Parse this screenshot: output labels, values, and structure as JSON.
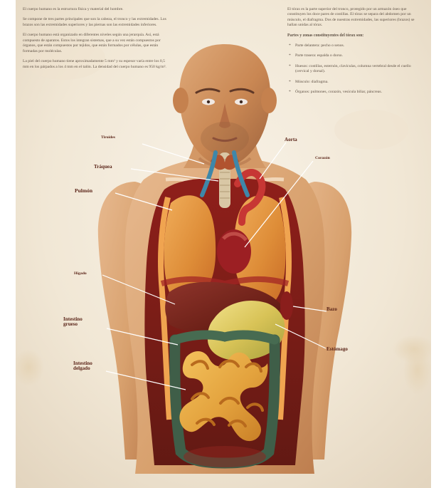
{
  "left_panel": {
    "paragraphs": [
      "El cuerpo humano es la estructura física y material del hombre.",
      "Se compone de tres partes principales que son la cabeza, el tronco y las extremidades. Los brazos son las extremidades superiores y las piernas son las extremidades inferiores.",
      "El cuerpo humano está organizado en diferentes niveles según una jerarquía. Así, está compuesto de aparatos. Estos los integran sistemas, que a su vez están compuestos por órganos, que están compuestos por tejidos, que están formados por células, que están formadas por moléculas.",
      "La piel del cuerpo humano tiene aproximadamente 5 mm² y su espesor varía entre los 0,5 mm en los párpados a los 4 mm en el talón. La densidad del cuerpo humano es 950 kg/m³."
    ]
  },
  "right_panel": {
    "intro": "El tórax es la parte superior del tronco, protegido por un armazón óseo que constituyen los doce pares de costillas. El tórax se separa del abdomen por un músculo, el diafragma. Dos de nuestras extremidades, las superiores (brazos) se hallan unidas al tórax.",
    "heading": "Partes y zonas constituyentes del tórax son:",
    "items": [
      "Parte delantera: pecho o senos.",
      "Parte trasera: espalda o dorso.",
      "Huesos: costillas, esternón, clavículas, columna vertebral desde el cuello (cervical y dorsal).",
      "Músculo: diafragma.",
      "Órganos: pulmones, corazón, vesícula biliar, páncreas."
    ]
  },
  "labels": {
    "tiroides": "Tiroides",
    "aorta": "Aorta",
    "traquea": "Tráquea",
    "corazon": "Corazón",
    "pulmon": "Pulmón",
    "higado": "Hígado",
    "bazo": "Bazo",
    "intestino_grueso": [
      "Intestino",
      "grueso"
    ],
    "estomago": "Estómago",
    "intestino_delgado": [
      "Intestino",
      "delgado"
    ]
  },
  "colors": {
    "paper": "#f2ebdd",
    "skin": "#d79e6c",
    "skin_shadow": "#b97449",
    "liver": "#6b2218",
    "lung": "#de8f3a",
    "intestine": "#e2ac3f",
    "label": "#5b2519"
  }
}
